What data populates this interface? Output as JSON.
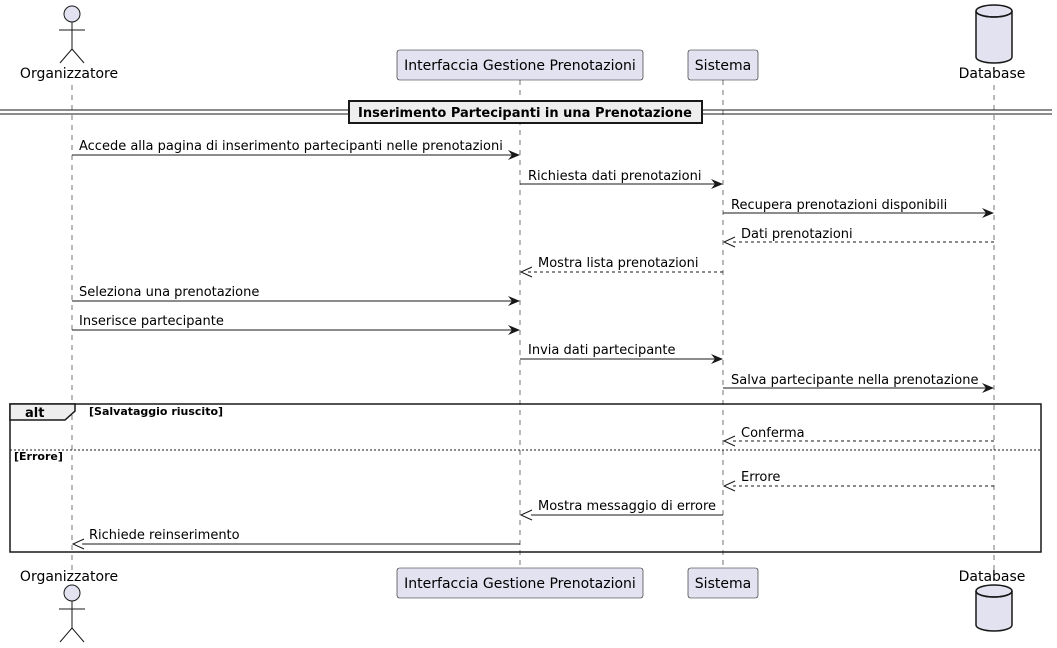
{
  "participants": {
    "organizzatore": "Organizzatore",
    "interfaccia": "Interfaccia Gestione Prenotazioni",
    "sistema": "Sistema",
    "database": "Database"
  },
  "divider": "Inserimento Partecipanti in una Prenotazione",
  "messages": [
    "Accede alla pagina di inserimento partecipanti nelle prenotazioni",
    "Richiesta dati prenotazioni",
    "Recupera prenotazioni disponibili",
    "Dati prenotazioni",
    "Mostra lista prenotazioni",
    "Seleziona una prenotazione",
    "Inserisce partecipante",
    "Invia dati partecipante",
    "Salva partecipante nella prenotazione",
    "Conferma",
    "Errore",
    "Mostra messaggio di errore",
    "Richiede reinserimento"
  ],
  "alt": {
    "keyword": "alt",
    "guard_success": "[Salvataggio riuscito]",
    "guard_error": "[Errore]"
  },
  "colors": {
    "participant_fill": "#e2e2f0",
    "participant_stroke": "#181818",
    "line": "#181818"
  }
}
